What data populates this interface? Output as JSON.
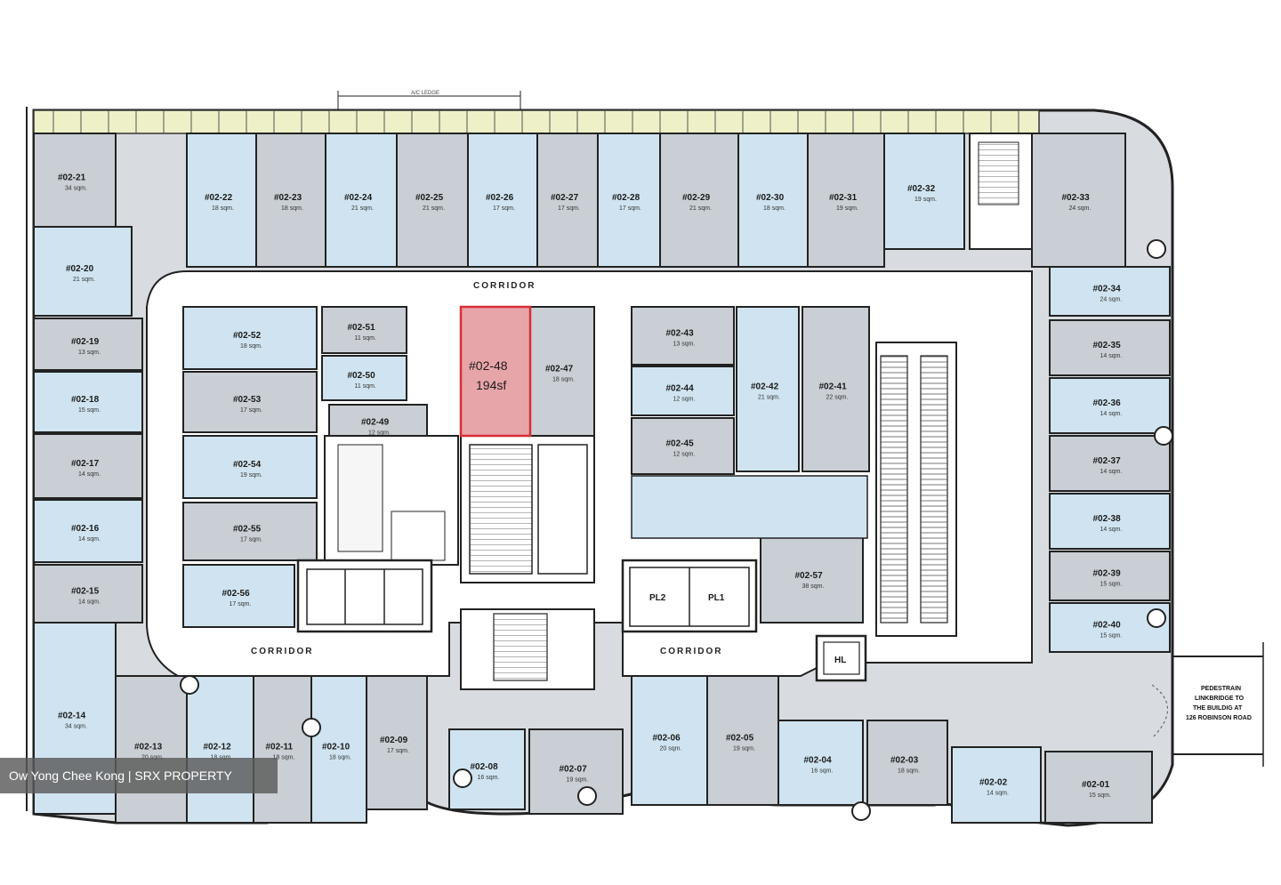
{
  "colors": {
    "blue_unit": "#cfe4f0",
    "grey_unit": "#c9cfd4",
    "highlight": "#e8a5a9",
    "highlight_border": "#d92d36",
    "ledge": "#eef0c8",
    "wall": "#222222"
  },
  "ac_ledge": "A/C LEDGE",
  "corridor_top": "CORRIDOR",
  "corridor_bottom_left": "CORRIDOR",
  "corridor_bottom_right": "CORRIDOR",
  "pedestrian_note": [
    "PEDESTRAIN",
    "LINKBRIDGE TO",
    "THE BUILDIG AT",
    "126 ROBINSON ROAD"
  ],
  "highlight_unit": {
    "unit": "#02-48",
    "area": "194sf"
  },
  "lifts": {
    "pl2": "PL2",
    "pl1": "PL1",
    "hl": "HL"
  },
  "credit": "Ow Yong Chee Kong | SRX PROPERTY",
  "units": [
    {
      "id": "u21",
      "unit": "#02-21",
      "area": "34 sqm.",
      "color": "grey"
    },
    {
      "id": "u22",
      "unit": "#02-22",
      "area": "18 sqm.",
      "color": "blue"
    },
    {
      "id": "u23",
      "unit": "#02-23",
      "area": "18 sqm.",
      "color": "grey"
    },
    {
      "id": "u24",
      "unit": "#02-24",
      "area": "21 sqm.",
      "color": "blue"
    },
    {
      "id": "u25",
      "unit": "#02-25",
      "area": "21 sqm.",
      "color": "grey"
    },
    {
      "id": "u26",
      "unit": "#02-26",
      "area": "17 sqm.",
      "color": "blue"
    },
    {
      "id": "u27",
      "unit": "#02-27",
      "area": "17 sqm.",
      "color": "grey"
    },
    {
      "id": "u28",
      "unit": "#02-28",
      "area": "17 sqm.",
      "color": "blue"
    },
    {
      "id": "u29",
      "unit": "#02-29",
      "area": "21 sqm.",
      "color": "grey"
    },
    {
      "id": "u30",
      "unit": "#02-30",
      "area": "18 sqm.",
      "color": "blue"
    },
    {
      "id": "u31",
      "unit": "#02-31",
      "area": "19 sqm.",
      "color": "grey"
    },
    {
      "id": "u32",
      "unit": "#02-32",
      "area": "19 sqm.",
      "color": "blue"
    },
    {
      "id": "u33",
      "unit": "#02-33",
      "area": "24 sqm.",
      "color": "grey"
    },
    {
      "id": "u34",
      "unit": "#02-34",
      "area": "24 sqm.",
      "color": "blue"
    },
    {
      "id": "u35",
      "unit": "#02-35",
      "area": "14 sqm.",
      "color": "grey"
    },
    {
      "id": "u36",
      "unit": "#02-36",
      "area": "14 sqm.",
      "color": "blue"
    },
    {
      "id": "u37",
      "unit": "#02-37",
      "area": "14 sqm.",
      "color": "grey"
    },
    {
      "id": "u38",
      "unit": "#02-38",
      "area": "14 sqm.",
      "color": "blue"
    },
    {
      "id": "u39",
      "unit": "#02-39",
      "area": "15 sqm.",
      "color": "grey"
    },
    {
      "id": "u40",
      "unit": "#02-40",
      "area": "15 sqm.",
      "color": "blue"
    },
    {
      "id": "u20",
      "unit": "#02-20",
      "area": "21 sqm.",
      "color": "blue"
    },
    {
      "id": "u19",
      "unit": "#02-19",
      "area": "13 sqm.",
      "color": "grey"
    },
    {
      "id": "u18",
      "unit": "#02-18",
      "area": "15 sqm.",
      "color": "blue"
    },
    {
      "id": "u17",
      "unit": "#02-17",
      "area": "14 sqm.",
      "color": "grey"
    },
    {
      "id": "u16",
      "unit": "#02-16",
      "area": "14 sqm.",
      "color": "blue"
    },
    {
      "id": "u15",
      "unit": "#02-15",
      "area": "14 sqm.",
      "color": "grey"
    },
    {
      "id": "u14",
      "unit": "#02-14",
      "area": "34 sqm.",
      "color": "blue"
    },
    {
      "id": "u13",
      "unit": "#02-13",
      "area": "20 sqm.",
      "color": "grey"
    },
    {
      "id": "u12",
      "unit": "#02-12",
      "area": "18 sqm.",
      "color": "blue"
    },
    {
      "id": "u11",
      "unit": "#02-11",
      "area": "18 sqm.",
      "color": "grey"
    },
    {
      "id": "u10",
      "unit": "#02-10",
      "area": "18 sqm.",
      "color": "blue"
    },
    {
      "id": "u09",
      "unit": "#02-09",
      "area": "17 sqm.",
      "color": "grey"
    },
    {
      "id": "u08",
      "unit": "#02-08",
      "area": "16 sqm.",
      "color": "blue"
    },
    {
      "id": "u07",
      "unit": "#02-07",
      "area": "19 sqm.",
      "color": "grey"
    },
    {
      "id": "u06",
      "unit": "#02-06",
      "area": "20 sqm.",
      "color": "blue"
    },
    {
      "id": "u05",
      "unit": "#02-05",
      "area": "19 sqm.",
      "color": "grey"
    },
    {
      "id": "u04",
      "unit": "#02-04",
      "area": "16 sqm.",
      "color": "blue"
    },
    {
      "id": "u03",
      "unit": "#02-03",
      "area": "18 sqm.",
      "color": "grey"
    },
    {
      "id": "u02",
      "unit": "#02-02",
      "area": "14 sqm.",
      "color": "blue"
    },
    {
      "id": "u01",
      "unit": "#02-01",
      "area": "15 sqm.",
      "color": "grey"
    },
    {
      "id": "u52",
      "unit": "#02-52",
      "area": "18 sqm.",
      "color": "blue"
    },
    {
      "id": "u51",
      "unit": "#02-51",
      "area": "11 sqm.",
      "color": "grey"
    },
    {
      "id": "u50",
      "unit": "#02-50",
      "area": "11 sqm.",
      "color": "blue"
    },
    {
      "id": "u53",
      "unit": "#02-53",
      "area": "17 sqm.",
      "color": "grey"
    },
    {
      "id": "u49",
      "unit": "#02-49",
      "area": "12 sqm.",
      "color": "grey"
    },
    {
      "id": "u54",
      "unit": "#02-54",
      "area": "19 sqm.",
      "color": "blue"
    },
    {
      "id": "u55",
      "unit": "#02-55",
      "area": "17 sqm.",
      "color": "grey"
    },
    {
      "id": "u56",
      "unit": "#02-56",
      "area": "17 sqm.",
      "color": "blue"
    },
    {
      "id": "u47",
      "unit": "#02-47",
      "area": "18 sqm.",
      "color": "grey"
    },
    {
      "id": "u43",
      "unit": "#02-43",
      "area": "13 sqm.",
      "color": "grey"
    },
    {
      "id": "u44",
      "unit": "#02-44",
      "area": "12 sqm.",
      "color": "blue"
    },
    {
      "id": "u45",
      "unit": "#02-45",
      "area": "12 sqm.",
      "color": "grey"
    },
    {
      "id": "u42",
      "unit": "#02-42",
      "area": "21 sqm.",
      "color": "blue"
    },
    {
      "id": "u41",
      "unit": "#02-41",
      "area": "22 sqm.",
      "color": "grey"
    },
    {
      "id": "u57",
      "unit": "#02-57",
      "area": "38 sqm.",
      "color": "grey"
    }
  ]
}
